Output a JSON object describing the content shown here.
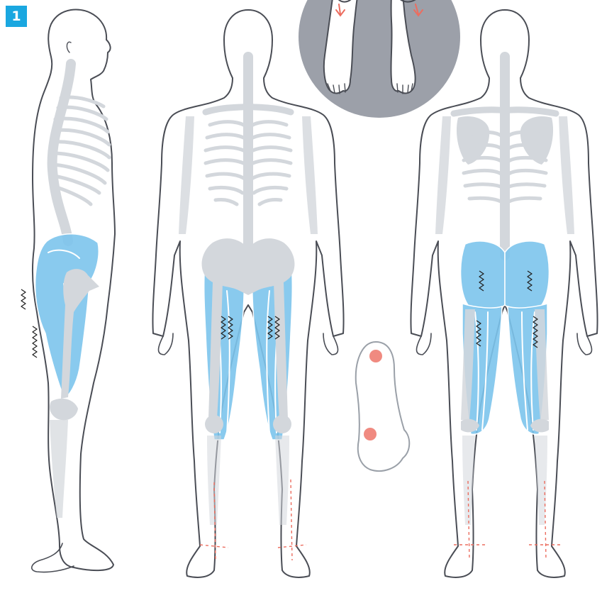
{
  "panel_label": "1",
  "colors": {
    "accent_badge": "#1aa7e0",
    "muscle": "#7cc4ec",
    "muscle_dark": "#5aaee0",
    "bone": "#d3d7dc",
    "outline": "#4a4d55",
    "inset_bg": "#9ca0a9",
    "marker": "#ec6d5f",
    "pressure_point": "#f08a80"
  },
  "figures": [
    {
      "view": "side",
      "icon": "human-side-view-icon"
    },
    {
      "view": "front",
      "icon": "human-front-view-icon"
    },
    {
      "view": "back",
      "icon": "human-back-view-icon"
    }
  ],
  "inset": {
    "icon": "feet-rotation-detail-icon",
    "arrows": 2
  },
  "footprint": {
    "icon": "footprint-icon",
    "pressure_points": 2
  }
}
